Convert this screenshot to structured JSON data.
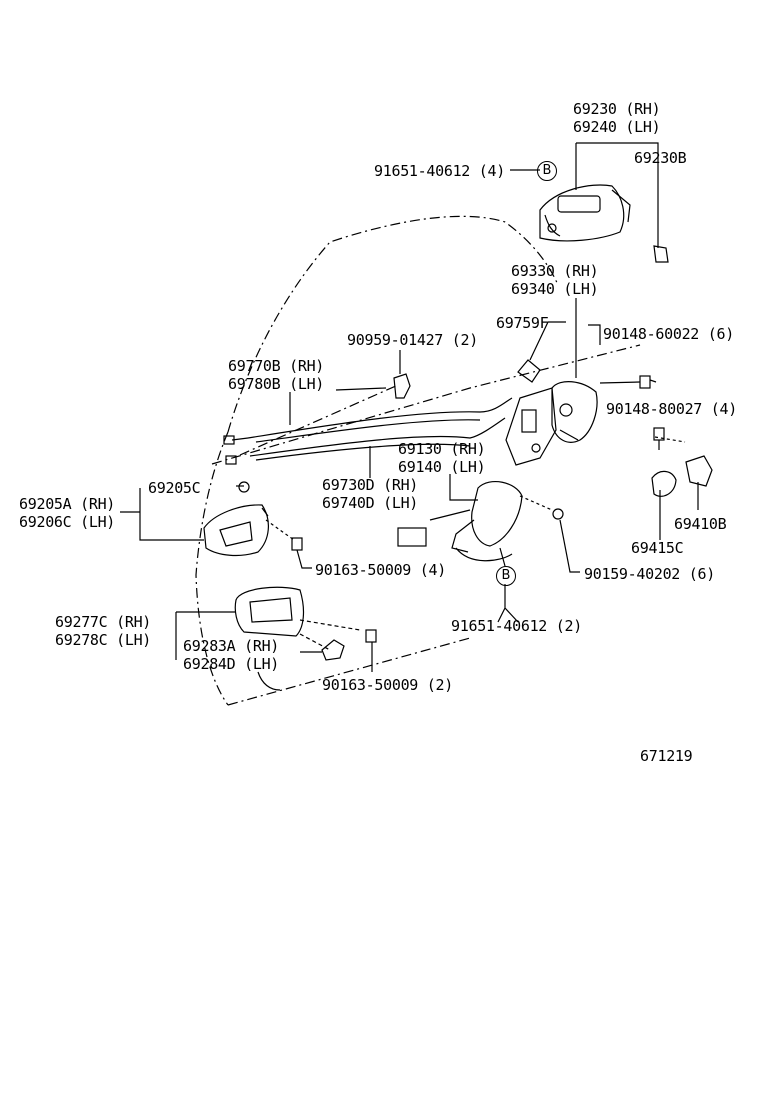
{
  "labels": {
    "p69230": "69230 (RH)",
    "p69240": "69240 (LH)",
    "p69230b": "69230B",
    "p91651_top": "91651-40612 (4)",
    "p69330": "69330 (RH)",
    "p69340": "69340 (LH)",
    "p69759f": "69759F",
    "p90148_60022": "90148-60022 (6)",
    "p90959": "90959-01427 (2)",
    "p69770b": "69770B (RH)",
    "p69780b": "69780B (LH)",
    "p90148_80027": "90148-80027 (4)",
    "p69130": "69130 (RH)",
    "p69140": "69140 (LH)",
    "p69730d": "69730D (RH)",
    "p69740d": "69740D (LH)",
    "p69205a": "69205A (RH)",
    "p69206c": "69206C (LH)",
    "p69205c": "69205C",
    "p69410b": "69410B",
    "p69415c": "69415C",
    "p90163_4": "90163-50009 (4)",
    "p90159": "90159-40202 (6)",
    "p69277c": "69277C (RH)",
    "p69278c": "69278C (LH)",
    "p91651_bottom": "91651-40612 (2)",
    "p69283a": "69283A (RH)",
    "p69284d": "69284D (LH)",
    "p90163_2": "90163-50009 (2)",
    "diagram_number": "671219"
  },
  "callouts": {
    "b_top": "B",
    "b_bottom": "B"
  }
}
